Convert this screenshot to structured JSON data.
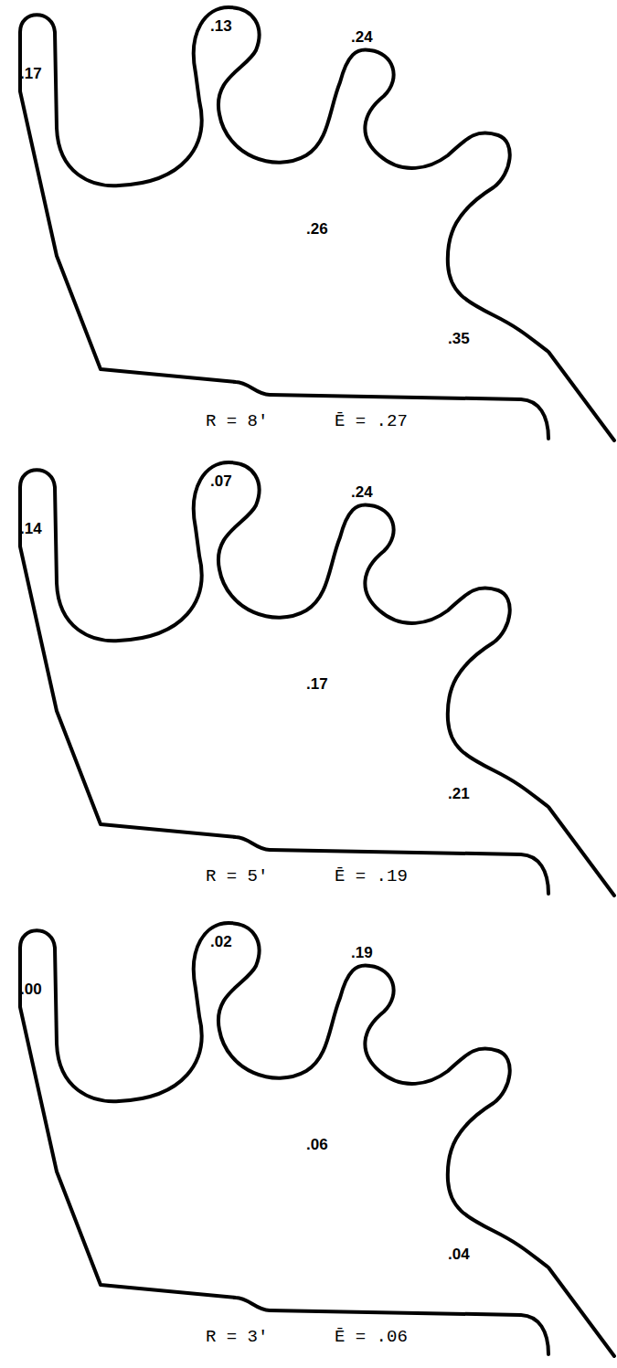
{
  "diagram": {
    "nodes": [
      {
        "text": [
          ".17",
          ".13",
          ".24",
          ".26",
          ".35"
        ]
      },
      {
        "text": [
          ".14",
          ".07",
          ".24",
          ".17",
          ".21"
        ]
      },
      {
        "text": [
          ".00",
          ".02",
          ".19",
          ".06",
          ".04"
        ]
      }
    ],
    "labels": [
      "R = 8'",
      "Ē = .27",
      "R = 5'",
      "Ē = .19",
      "R = 3'",
      "Ē = .06"
    ]
  }
}
